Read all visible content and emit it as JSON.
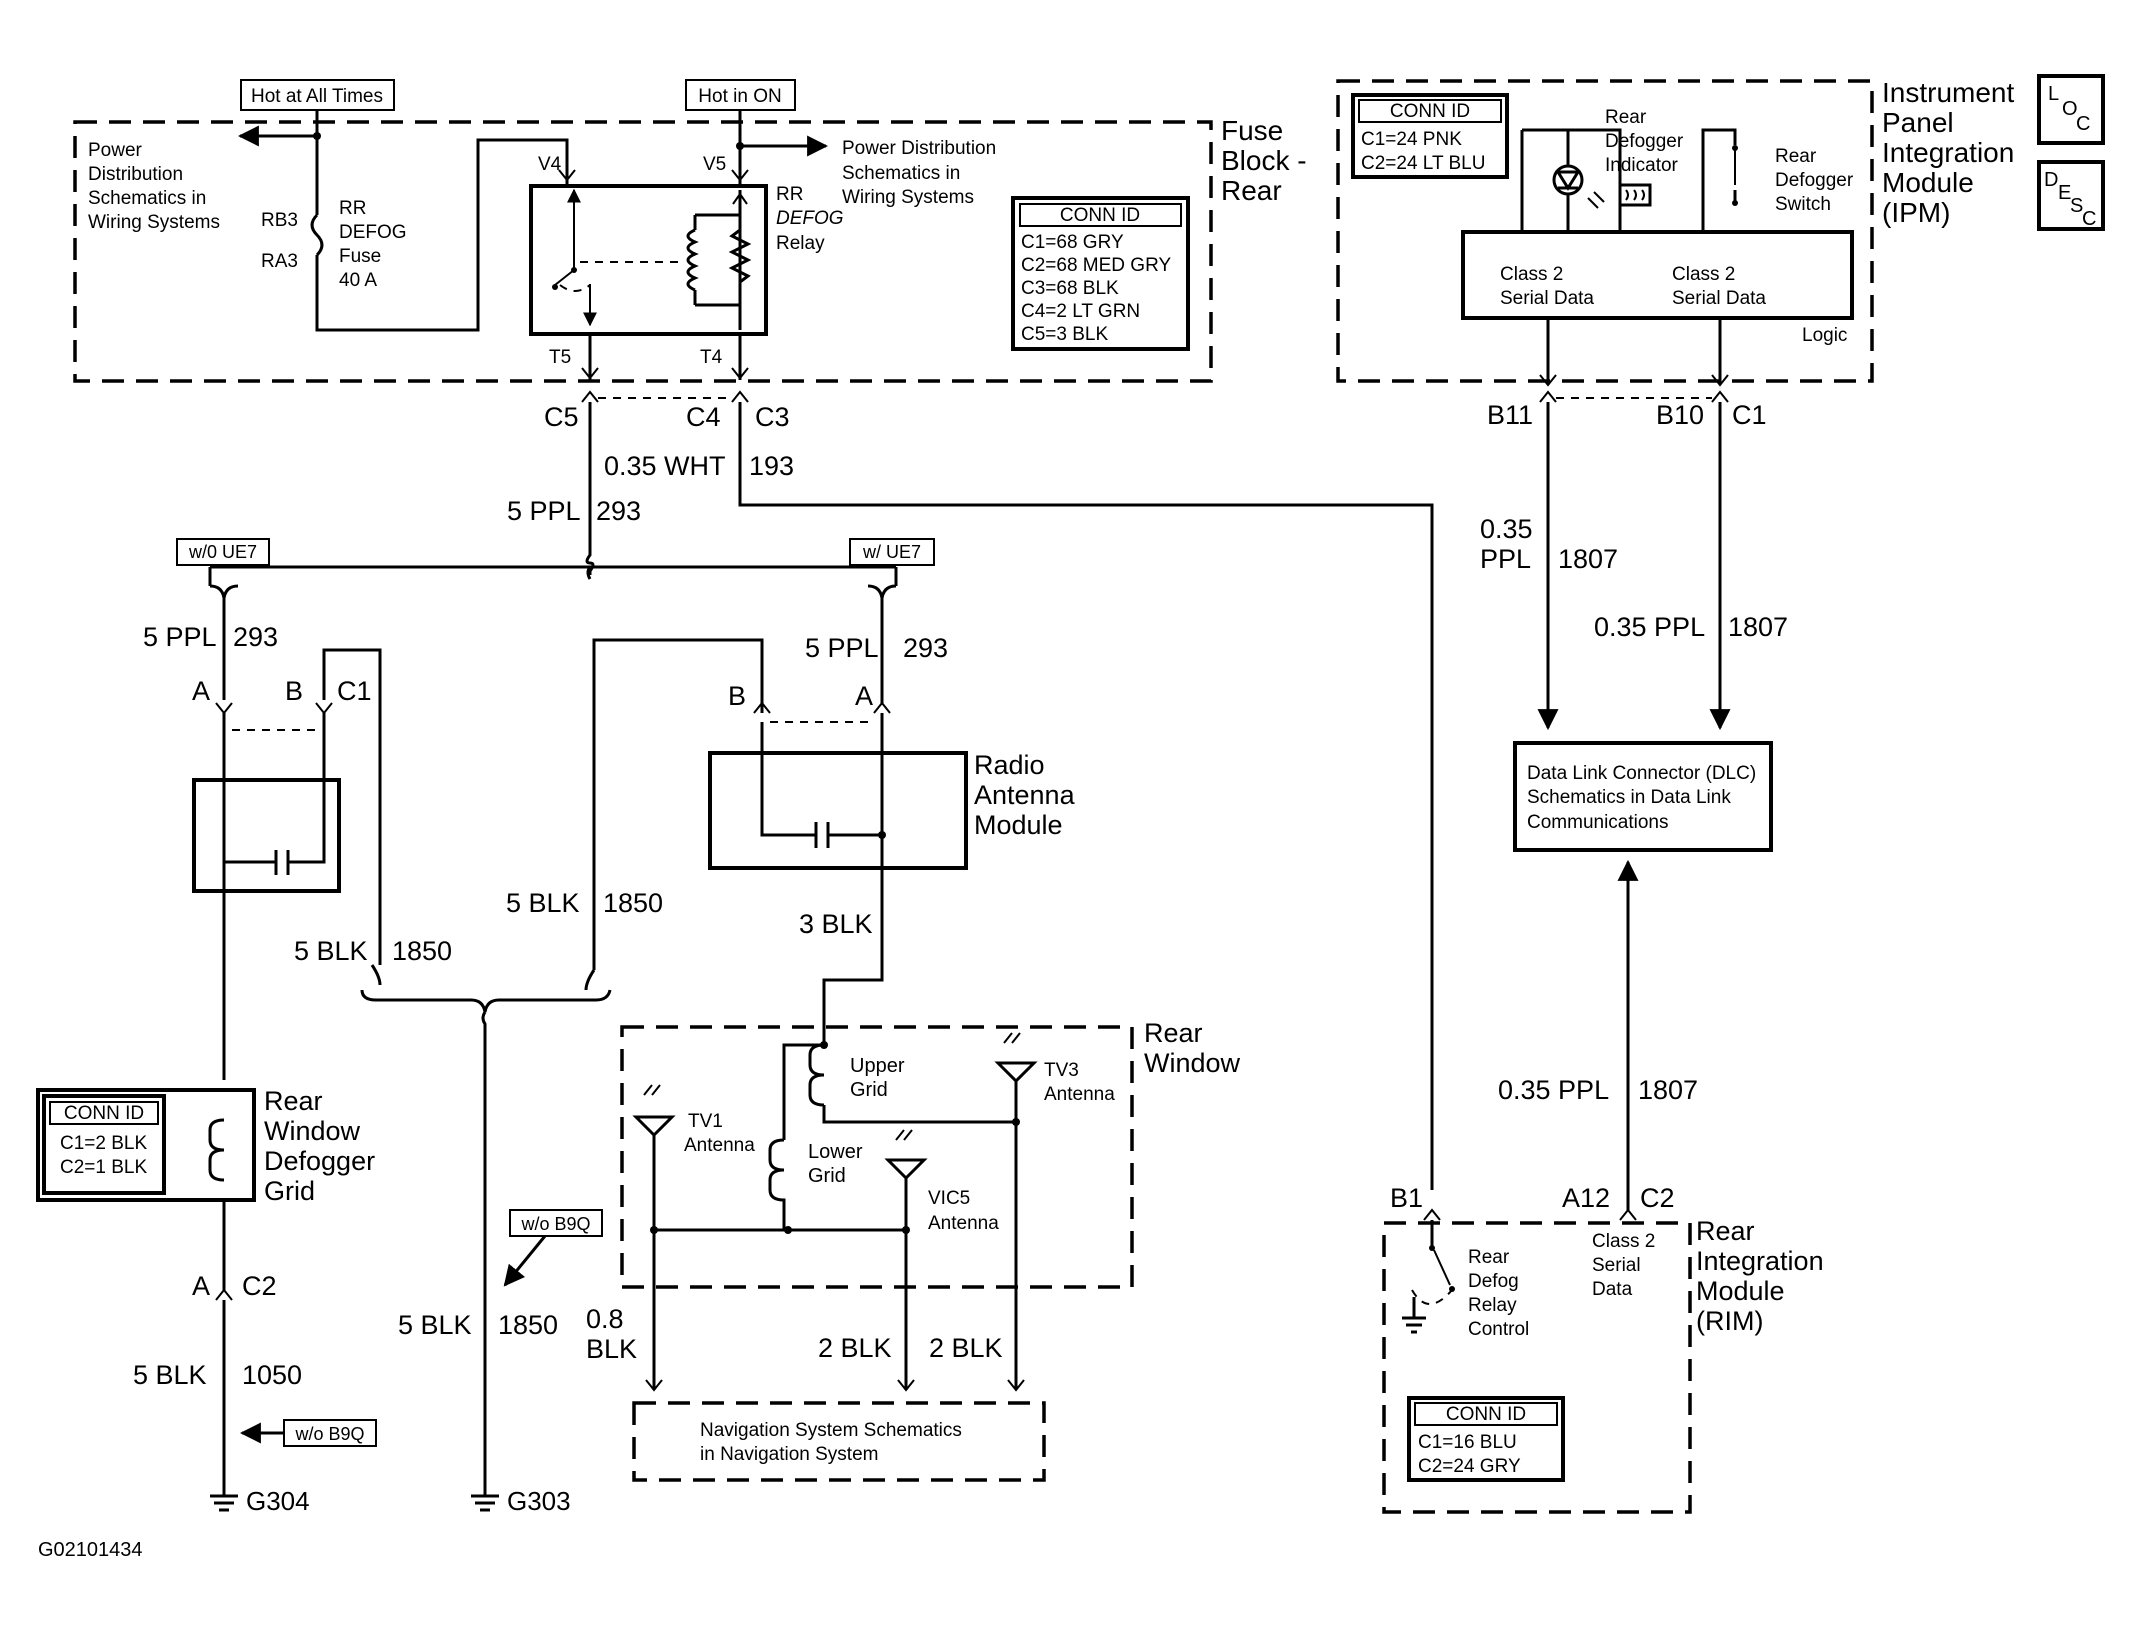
{
  "labels": {
    "hot_at_all_times": "Hot at All Times",
    "hot_in_on": "Hot in ON",
    "pd_left": [
      "Power",
      "Distribution",
      "Schematics in",
      "Wiring Systems"
    ],
    "pd_right": [
      "Power Distribution",
      "Schematics in",
      "Wiring Systems"
    ],
    "rb3": "RB3",
    "ra3": "RA3",
    "fuse": [
      "RR",
      "DEFOG",
      "Fuse",
      "40 A"
    ],
    "v4": "V4",
    "v5": "V5",
    "t5": "T5",
    "t4": "T4",
    "relay": [
      "RR",
      "DEFOG",
      "Relay"
    ],
    "fuse_block": [
      "Fuse",
      "Block -",
      "Rear"
    ],
    "conn_id": "CONN ID",
    "fuse_conn": [
      "C1=68 GRY",
      "C2=68 MED GRY",
      "C3=68 BLK",
      "C4=2 LT GRN",
      "C5=3 BLK"
    ],
    "c5": "C5",
    "c4": "C4",
    "c3": "C3",
    "w035_wht": "0.35 WHT",
    "n193": "193",
    "w5_ppl": "5 PPL",
    "n293": "293",
    "wo_ue7": "w/0 UE7",
    "w_ue7": "w/ UE7",
    "pin_a": "A",
    "pin_b": "B",
    "c1": "C1",
    "c2": "C2",
    "radio_module": [
      "Radio",
      "Antenna",
      "Module"
    ],
    "w5_blk": "5 BLK",
    "n1850": "1850",
    "w3_blk": "3 BLK",
    "rear_window": [
      "Rear",
      "Window"
    ],
    "upper_grid": [
      "Upper",
      "Grid"
    ],
    "lower_grid": [
      "Lower",
      "Grid"
    ],
    "tv1": [
      "TV1",
      "Antenna"
    ],
    "tv3": [
      "TV3",
      "Antenna"
    ],
    "vic5": [
      "VIC5",
      "Antenna"
    ],
    "defogger_grid": [
      "Rear",
      "Window",
      "Defogger",
      "Grid"
    ],
    "grid_conn": [
      "C1=2 BLK",
      "C2=1 BLK"
    ],
    "wo_b9q": "w/o B9Q",
    "n1050": "1050",
    "w08": "0.8",
    "blk": "BLK",
    "w2_blk": "2 BLK",
    "nav": [
      "Navigation System Schematics",
      "in Navigation System"
    ],
    "g304": "G304",
    "g303": "G303",
    "figure_id": "G02101434",
    "ipm_conn": [
      "C1=24 PNK",
      "C2=24 LT BLU"
    ],
    "rear_defogger_indicator": [
      "Rear",
      "Defogger",
      "Indicator"
    ],
    "rear_defogger_switch": [
      "Rear",
      "Defogger",
      "Switch"
    ],
    "class2": [
      "Class 2",
      "Serial Data"
    ],
    "logic": "Logic",
    "ipm": [
      "Instrument",
      "Panel",
      "Integration",
      "Module",
      "(IPM)"
    ],
    "loc": [
      "L",
      "O",
      "C"
    ],
    "desc": [
      "D",
      "E",
      "S",
      "C"
    ],
    "b11": "B11",
    "b10": "B10",
    "w035": "0.35",
    "ppl": "PPL",
    "n1807": "1807",
    "w035_ppl": "0.35 PPL",
    "dlc": [
      "Data Link Connector (DLC)",
      "Schematics in Data Link",
      "Communications"
    ],
    "b1": "B1",
    "a12": "A12",
    "rim_relay": [
      "Rear",
      "Defog",
      "Relay",
      "Control"
    ],
    "rim_class2": [
      "Class 2",
      "Serial",
      "Data"
    ],
    "rim": [
      "Rear",
      "Integration",
      "Module",
      "(RIM)"
    ],
    "rim_conn": [
      "C1=16 BLU",
      "C2=24 GRY"
    ]
  }
}
